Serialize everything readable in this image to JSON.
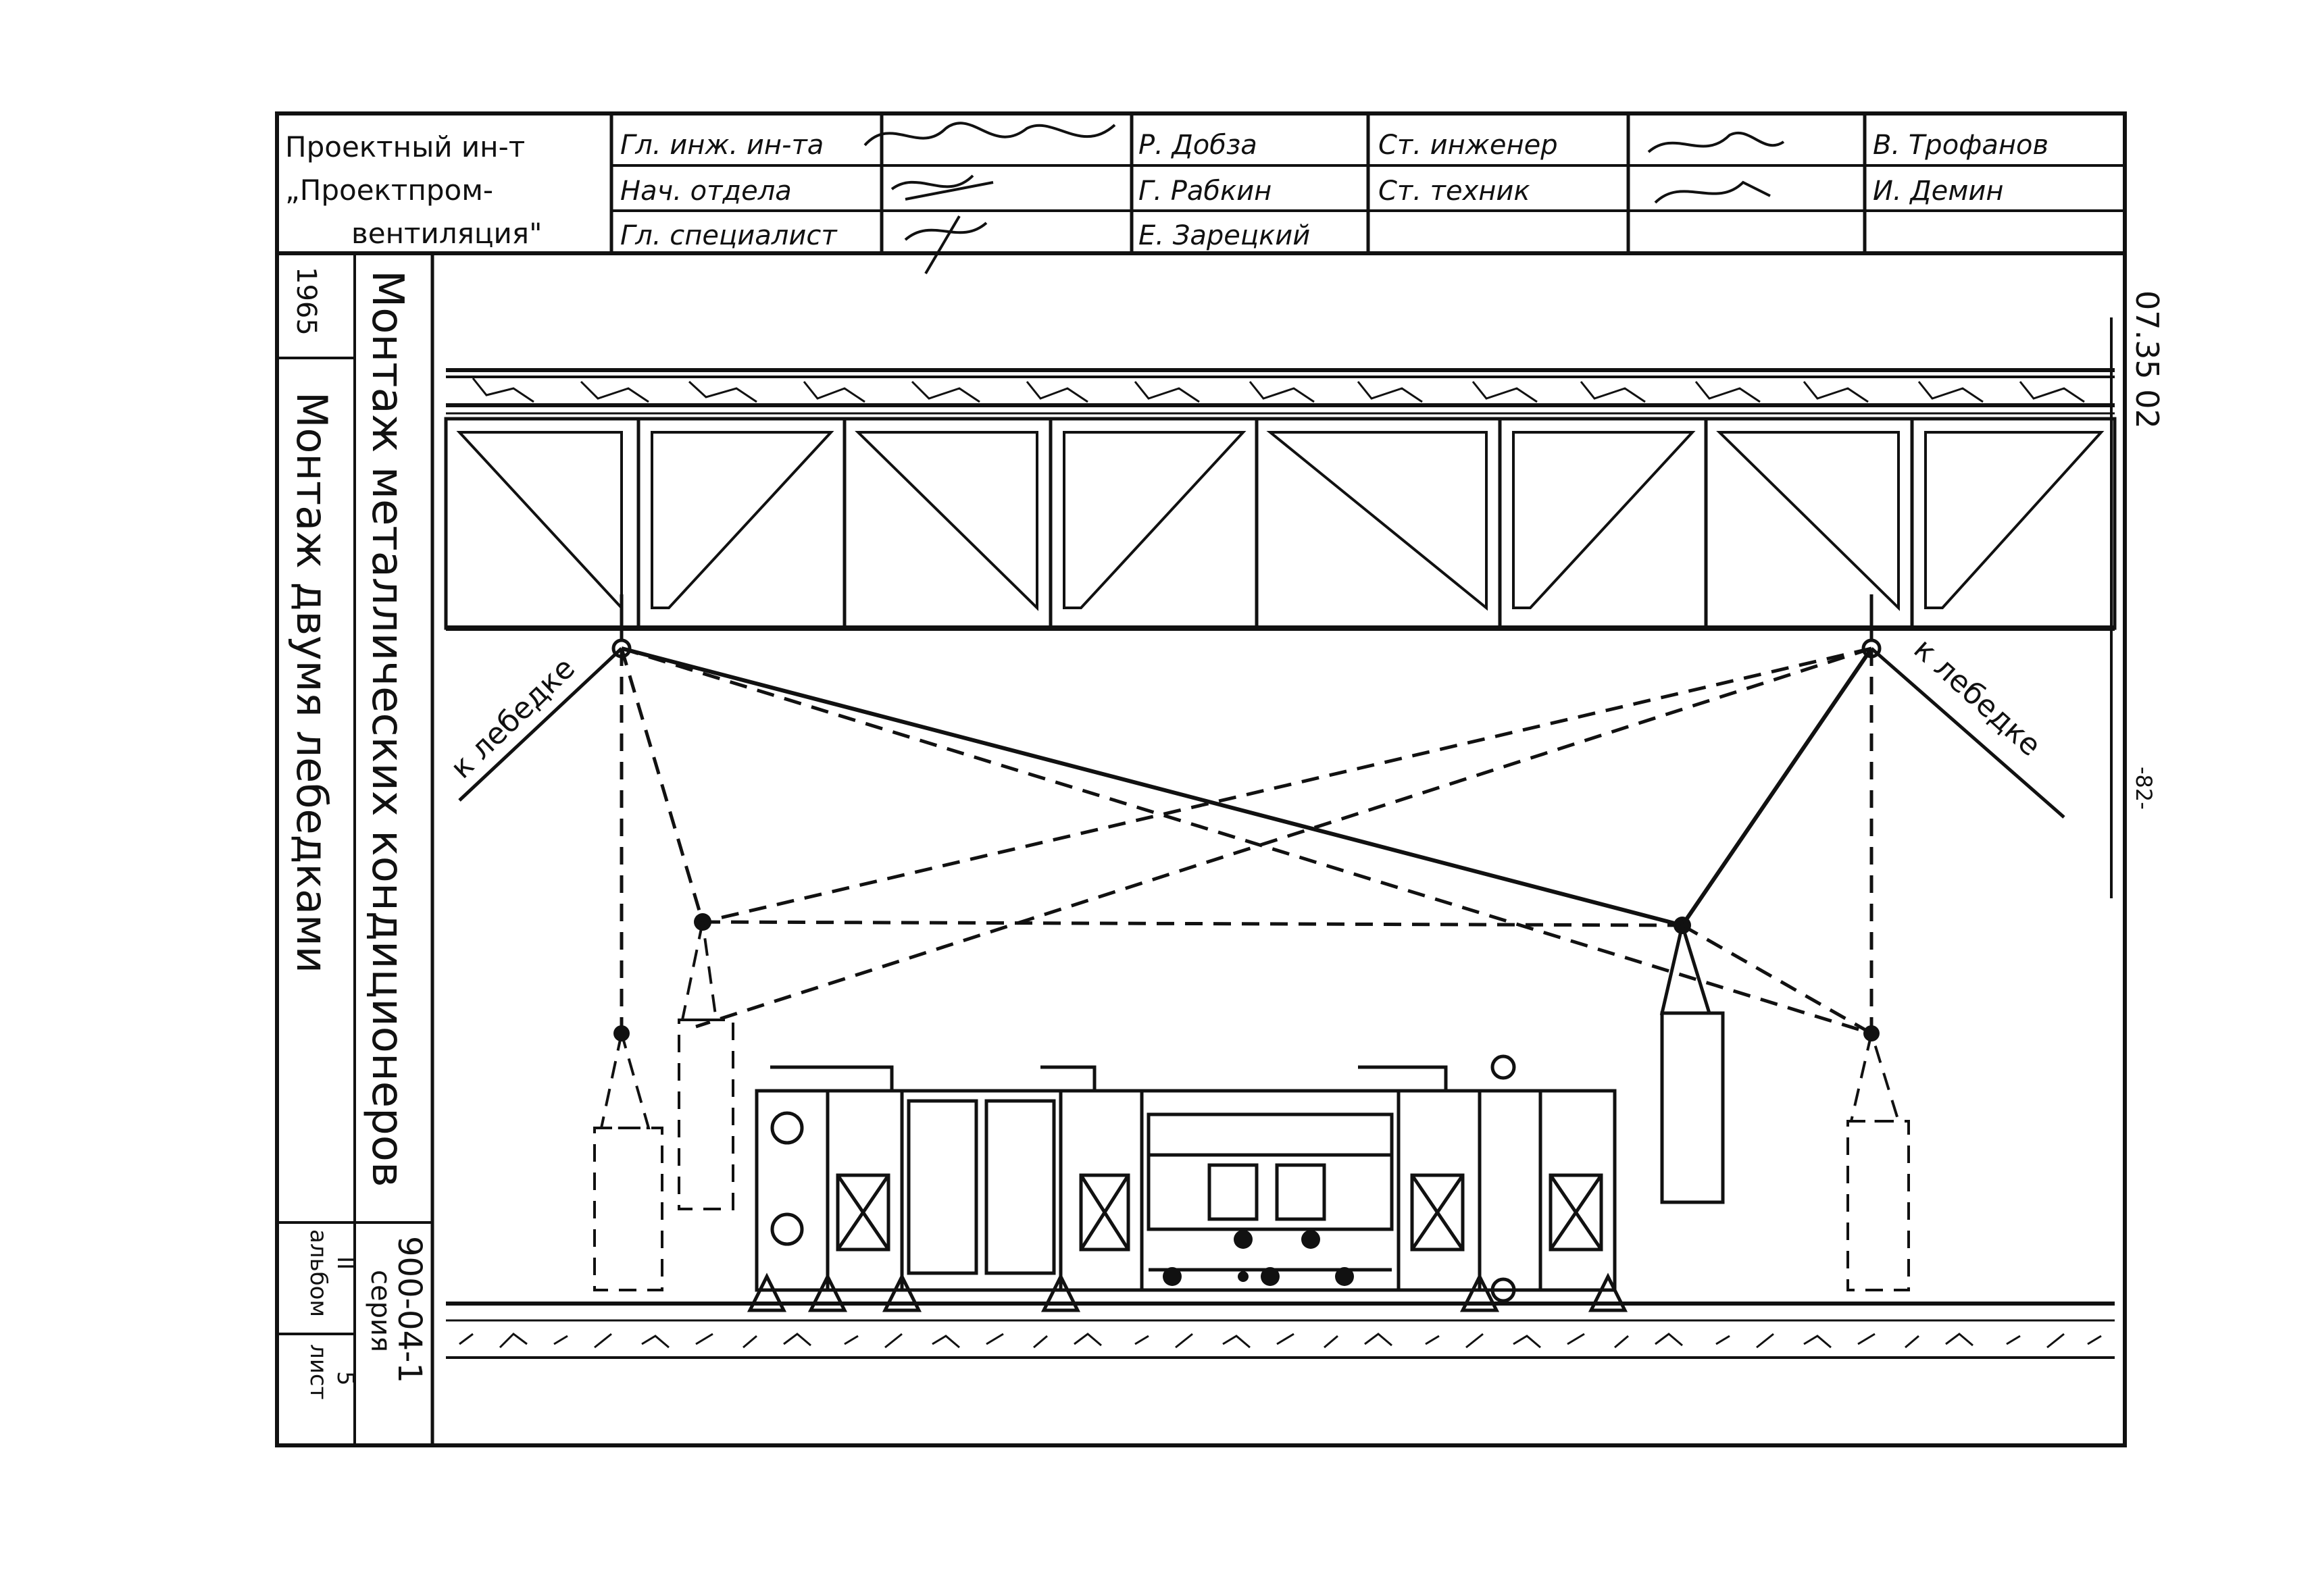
{
  "title_block": {
    "institute": {
      "line1": "Проектный ин-т",
      "line2": "„Проектпром-",
      "line3": "вентиляция\""
    },
    "roles": [
      "Гл. инж. ин-та",
      "Нач. отдела",
      "Гл. специалист"
    ],
    "names_col1": [
      "Р. Добза",
      "Г. Рабкин",
      "Е. Зарецкий"
    ],
    "roles2": [
      "Ст. инженер",
      "Ст. техник"
    ],
    "names_col2": [
      "В. Трофанов",
      "И. Демин"
    ]
  },
  "left_strip": {
    "year": "1965",
    "subtitle": "Монтаж двумя лебедками",
    "main_title": "Монтаж металлических кондиционеров",
    "album_label": "альбом",
    "album_value": "II",
    "series_label": "серия",
    "series_value": "900-04-1",
    "sheet_label": "лист",
    "sheet_value": "5"
  },
  "right_margin": {
    "code": "07.35 02",
    "page": "-82-"
  },
  "drawing": {
    "label_left": "к лебедке",
    "label_right": "к лебедке"
  }
}
